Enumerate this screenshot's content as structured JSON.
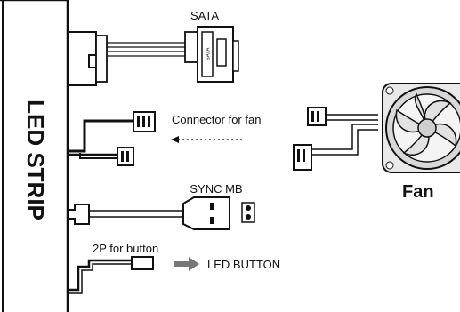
{
  "strip": {
    "title": "LED STRIP"
  },
  "sata": {
    "label": "SATA",
    "plug_text": "SATA"
  },
  "fan_connector": {
    "label": "Connector for fan"
  },
  "sync": {
    "label": "SYNC MB"
  },
  "button": {
    "connector_label": "2P for button",
    "target_label": "LED BUTTON"
  },
  "fan": {
    "label": "Fan"
  }
}
